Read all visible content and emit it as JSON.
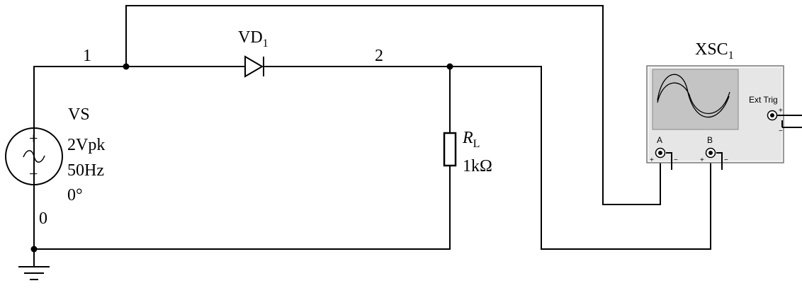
{
  "nodes": {
    "n1": "1",
    "n2": "2",
    "n0": "0"
  },
  "source": {
    "name": "VS",
    "amplitude": "2Vpk",
    "frequency": "50Hz",
    "phase": "0°",
    "plus": "+",
    "minus": "−"
  },
  "diode": {
    "name": "VD",
    "sub": "1"
  },
  "resistor": {
    "name": "R",
    "sub": "L",
    "value": "1kΩ"
  },
  "scope": {
    "name": "XSC",
    "sub": "1",
    "channel_a": "A",
    "channel_b": "B",
    "ext_trig": "Ext Trig",
    "plus": "+",
    "minus": "−"
  },
  "icons": [
    "ac-source-icon",
    "diode-icon",
    "resistor-icon",
    "ground-icon",
    "oscilloscope-icon"
  ]
}
